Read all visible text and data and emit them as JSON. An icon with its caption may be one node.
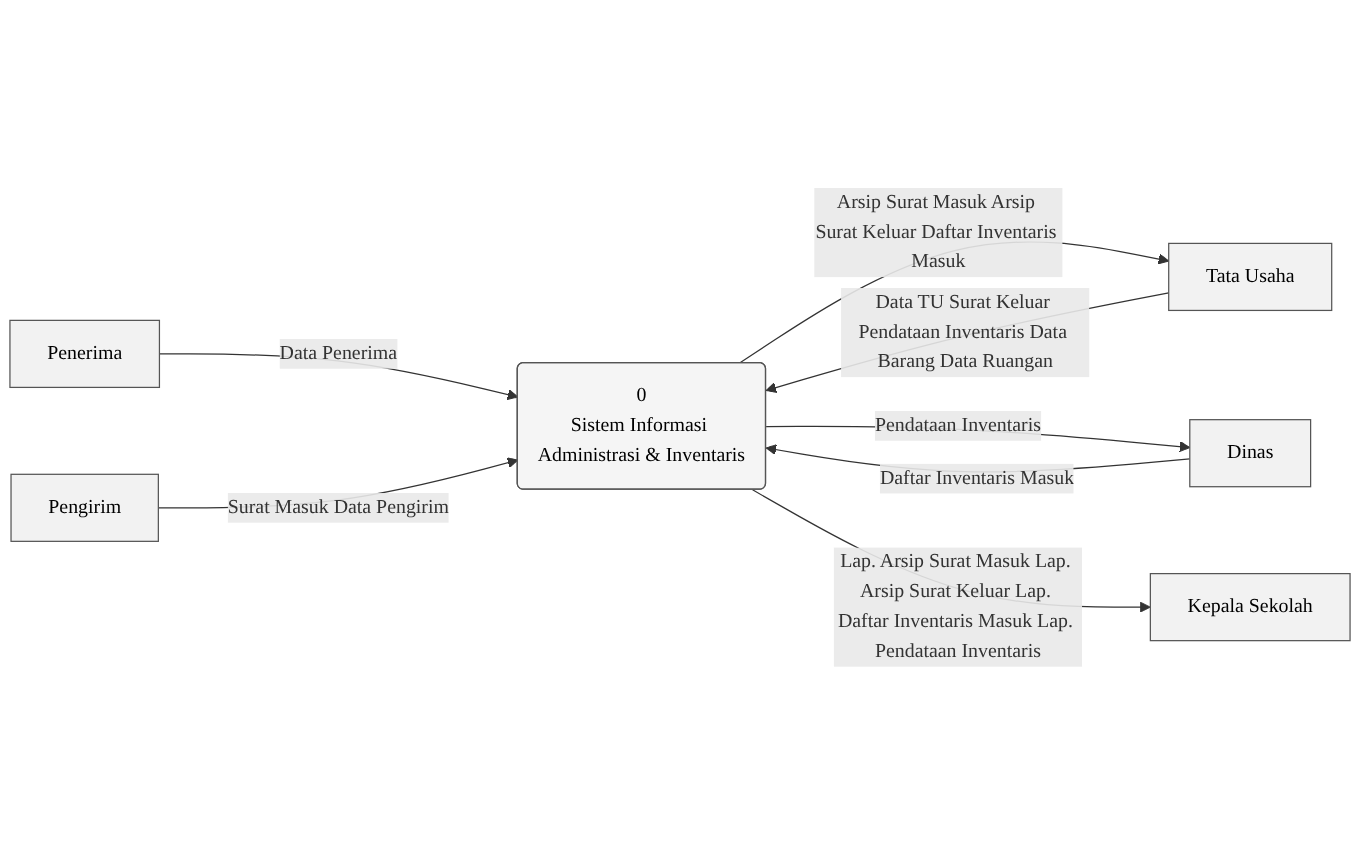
{
  "diagram": {
    "nodes": [
      {
        "text": [
          "Penerima"
        ]
      },
      {
        "text": [
          "Pengirim"
        ]
      },
      {
        "text": [
          "0",
          "Sistem Informasi Administrasi & Inventaris"
        ]
      },
      {
        "text": [
          "Tata Usaha"
        ]
      },
      {
        "text": [
          "Dinas"
        ]
      },
      {
        "text": [
          "Kepala Sekolah"
        ]
      }
    ],
    "edges": [
      {
        "from": 0,
        "to": 2,
        "arrow": "to",
        "label": "Data Penerima"
      },
      {
        "from": 1,
        "to": 2,
        "arrow": "to",
        "label": "Surat Masuk Data Pengirim"
      },
      {
        "from": 4,
        "to": 2,
        "arrow": "to",
        "label": "Daftar Inventaris Masuk"
      },
      {
        "from": 3,
        "to": 2,
        "arrow": "to",
        "label": "Data TU Surat Keluar Pendataan Inventaris Data Barang Data Ruangan"
      },
      {
        "from": 2,
        "to": 3,
        "arrow": "to",
        "label": "Arsip Surat Masuk Arsip Surat Keluar Daftar Inventaris Masuk"
      },
      {
        "from": 2,
        "to": 4,
        "arrow": "to",
        "label": "Pendataan Inventaris"
      },
      {
        "from": 2,
        "to": 5,
        "arrow": "to",
        "label": "Lap. Arsip Surat Masuk Lap. Arsip Surat Keluar Lap. Daftar Inventaris Masuk Lap. Pendataan Inventaris"
      }
    ]
  }
}
